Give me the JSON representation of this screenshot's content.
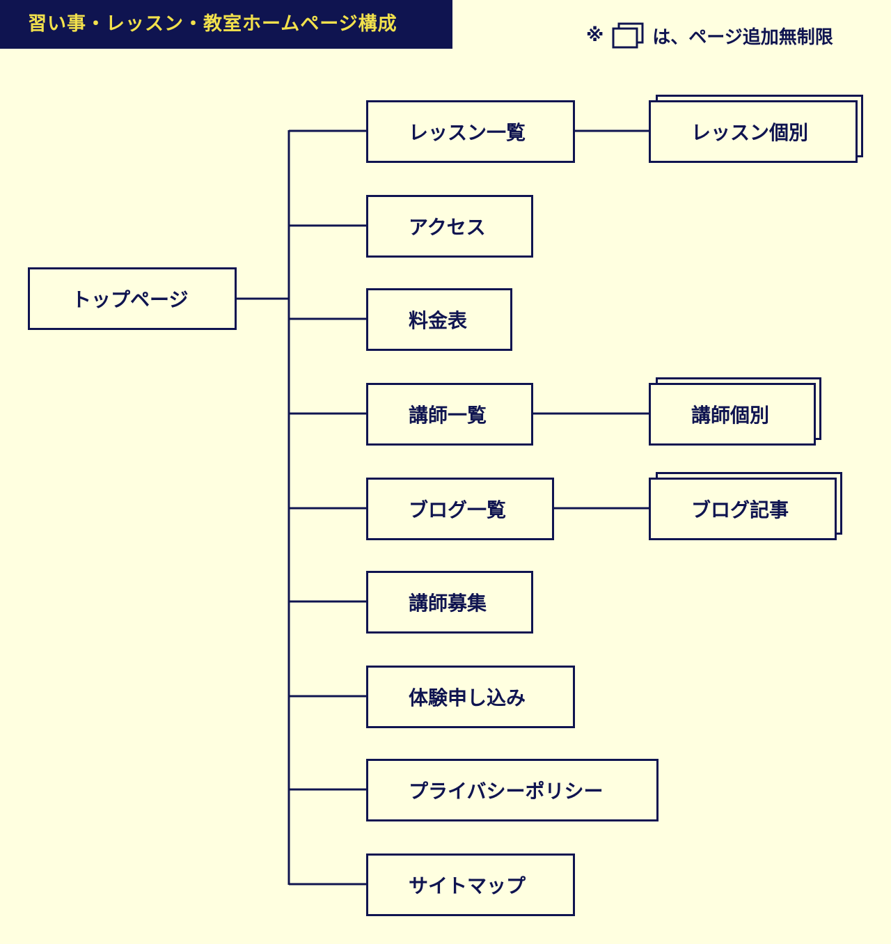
{
  "header": {
    "title": "習い事・レッスン・教室ホームページ構成"
  },
  "legend": {
    "mark": "※",
    "text": "は、ページ追加無制限",
    "icon": "stacked-pages-icon"
  },
  "root": {
    "label": "トップページ"
  },
  "pages": [
    {
      "label": "レッスン一覧",
      "child": "レッスン個別"
    },
    {
      "label": "アクセス"
    },
    {
      "label": "料金表"
    },
    {
      "label": "講師一覧",
      "child": "講師個別"
    },
    {
      "label": "ブログ一覧",
      "child": "ブログ記事"
    },
    {
      "label": "講師募集"
    },
    {
      "label": "体験申し込み"
    },
    {
      "label": "プライバシーポリシー"
    },
    {
      "label": "サイトマップ"
    }
  ],
  "colors": {
    "navy": "#0f1450",
    "background": "#ffffe0",
    "title_text": "#f2e14c"
  }
}
